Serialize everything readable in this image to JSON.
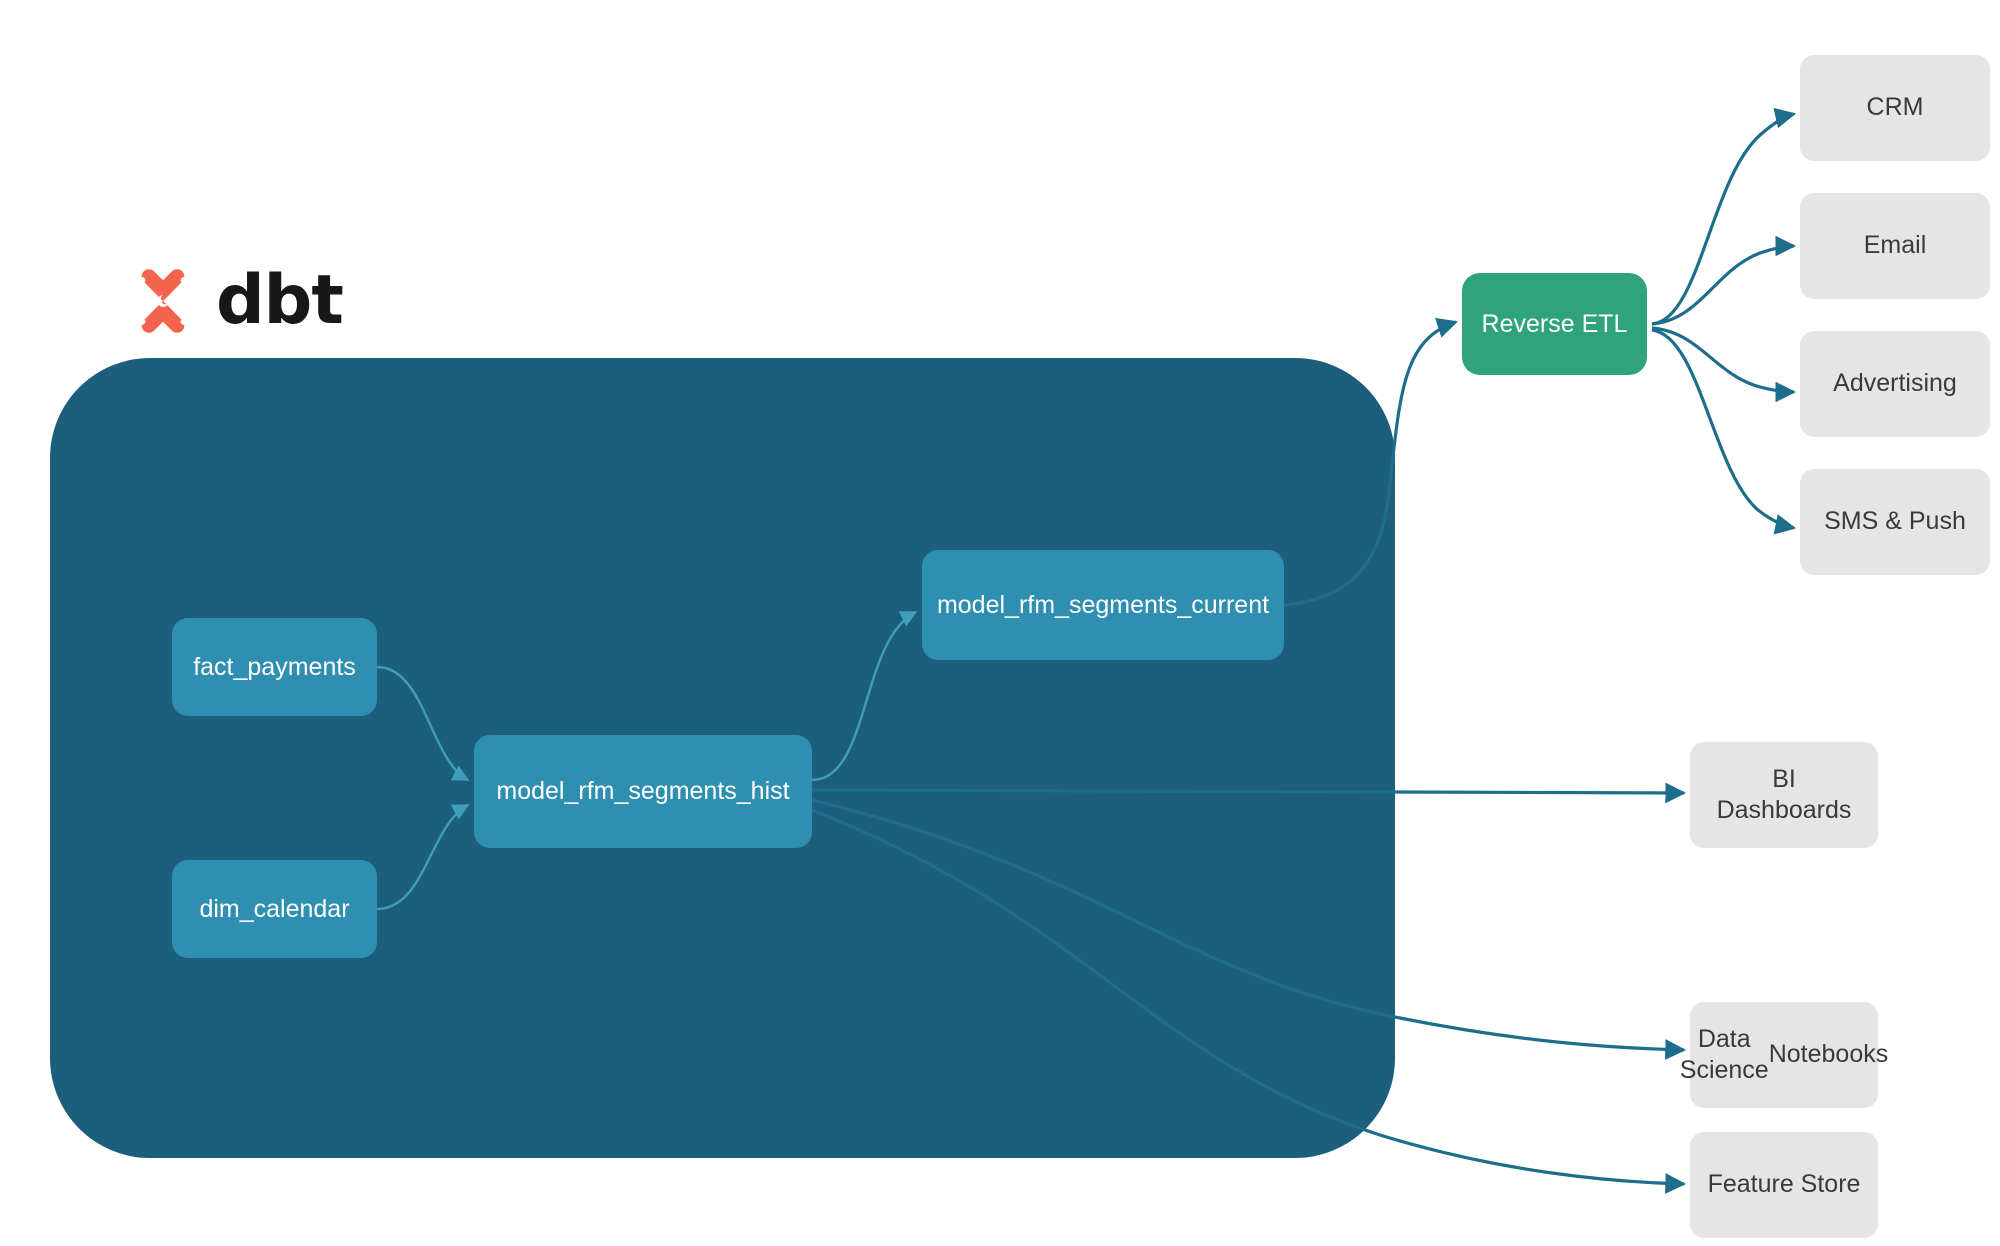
{
  "logo": {
    "name": "dbt-logo",
    "wordmark": "dbt",
    "mark_color": "#F4634E",
    "wordmark_color": "#181818"
  },
  "container": {
    "name": "dbt-project-container",
    "color": "#1C5E7C"
  },
  "colors": {
    "model_node": "#2E8FB0",
    "reverse_etl_node": "#2FA37B",
    "destination_node": "#E5E5E5",
    "edge_inner": "#3F9EBB",
    "edge_outer": "#1D6D8C",
    "background": "#FFFFFF"
  },
  "nodes": {
    "sources": [
      {
        "id": "fact_payments",
        "label": "fact_payments"
      },
      {
        "id": "dim_calendar",
        "label": "dim_calendar"
      }
    ],
    "models": [
      {
        "id": "model_rfm_segments_hist",
        "label": "model_rfm_segments_hist"
      },
      {
        "id": "model_rfm_segments_current",
        "label": "model_rfm_segments_current"
      }
    ],
    "reverse_etl": {
      "id": "reverse_etl",
      "label": "Reverse ETL"
    },
    "activation_destinations": [
      {
        "id": "crm",
        "label": "CRM"
      },
      {
        "id": "email",
        "label": "Email"
      },
      {
        "id": "advertising",
        "label": "Advertising"
      },
      {
        "id": "sms_push",
        "label": "SMS & Push"
      }
    ],
    "analytics_destinations": [
      {
        "id": "bi_dashboards",
        "label": "BI Dashboards"
      },
      {
        "id": "ds_notebooks",
        "label": "Data Science\nNotebooks",
        "line1": "Data Science",
        "line2": "Notebooks"
      },
      {
        "id": "feature_store",
        "label": "Feature Store"
      }
    ]
  },
  "edges": [
    {
      "from": "fact_payments",
      "to": "model_rfm_segments_hist"
    },
    {
      "from": "dim_calendar",
      "to": "model_rfm_segments_hist"
    },
    {
      "from": "model_rfm_segments_hist",
      "to": "model_rfm_segments_current"
    },
    {
      "from": "model_rfm_segments_current",
      "to": "reverse_etl"
    },
    {
      "from": "model_rfm_segments_hist",
      "to": "bi_dashboards"
    },
    {
      "from": "model_rfm_segments_hist",
      "to": "ds_notebooks"
    },
    {
      "from": "model_rfm_segments_hist",
      "to": "feature_store"
    },
    {
      "from": "reverse_etl",
      "to": "crm"
    },
    {
      "from": "reverse_etl",
      "to": "email"
    },
    {
      "from": "reverse_etl",
      "to": "advertising"
    },
    {
      "from": "reverse_etl",
      "to": "sms_push"
    }
  ]
}
